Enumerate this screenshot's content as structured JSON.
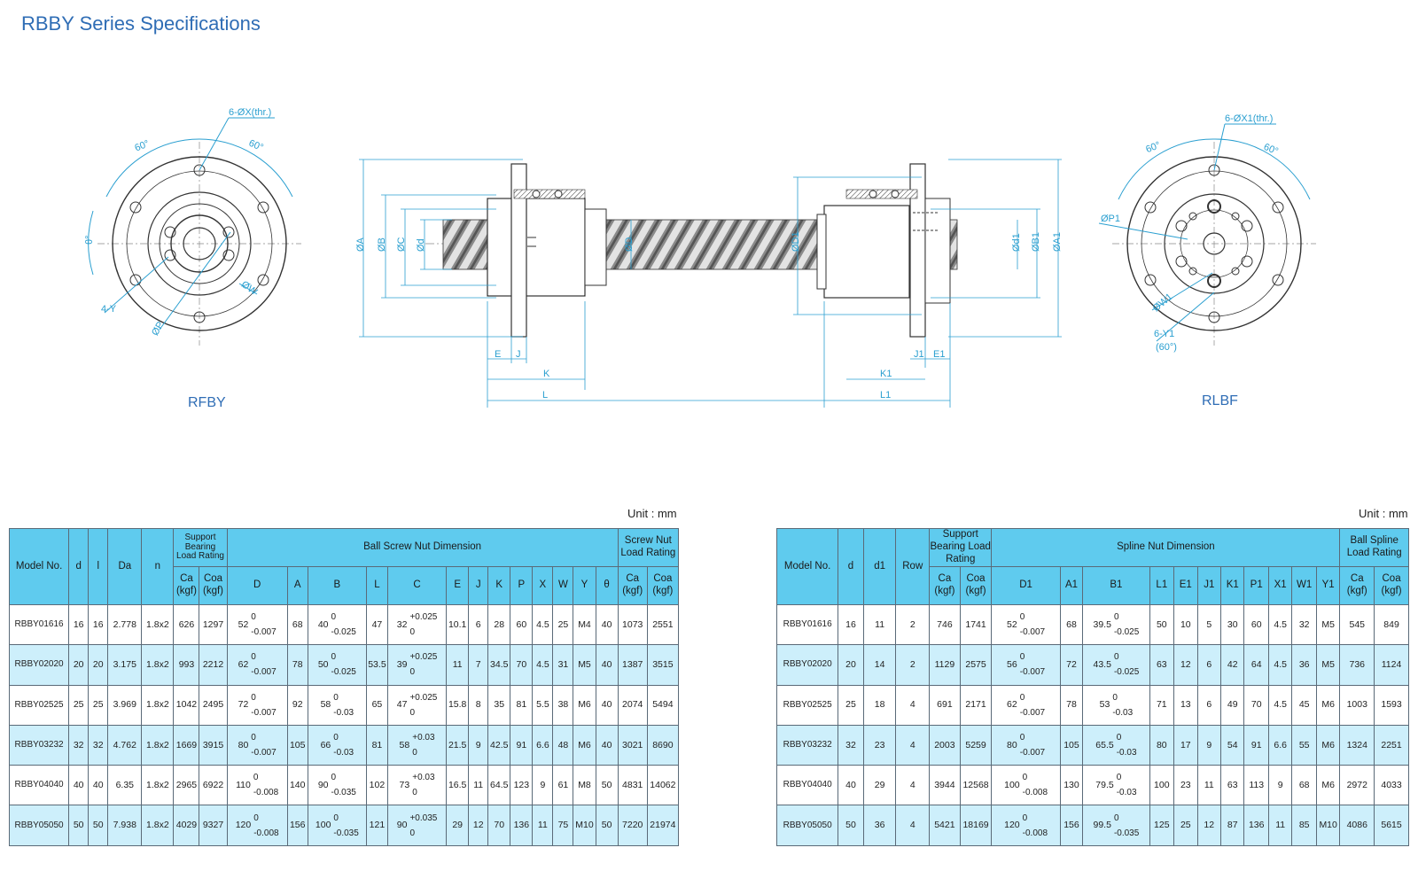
{
  "title": "RBBY Series Specifications",
  "drawing": {
    "left_label": "RFBY",
    "right_label": "RLBF",
    "left_annotations": [
      "6-ØX(thr.)",
      "60°",
      "60°",
      "θ°",
      "4-Y",
      "ØP",
      "ØW"
    ],
    "right_annotations": [
      "6-ØX1(thr.)",
      "60°",
      "60°",
      "ØP1",
      "ØW1",
      "6-Y1",
      "(60°)"
    ],
    "dims_left": [
      "ØA",
      "ØB",
      "ØC",
      "Ød",
      "ØD",
      "E",
      "J",
      "K",
      "L"
    ],
    "dims_right": [
      "ØD1",
      "Ød1",
      "ØB1",
      "ØA1",
      "J1",
      "E1",
      "K1",
      "L1"
    ]
  },
  "unit_label": "Unit : mm",
  "table_left": {
    "headers": {
      "model": "Model No.",
      "d": "d",
      "l": "l",
      "da": "Da",
      "n": "n",
      "support": "Support Bearing Load Rating",
      "nut": "Ball Screw Nut Dimension",
      "rating": "Screw Nut Load Rating",
      "ca": "Ca (kgf)",
      "coa": "Coa (kgf)",
      "D": "D",
      "A": "A",
      "B": "B",
      "L": "L",
      "C": "C",
      "E": "E",
      "J": "J",
      "K": "K",
      "P": "P",
      "X": "X",
      "W": "W",
      "Y": "Y",
      "theta": "θ",
      "ca2": "Ca (kgf)",
      "coa2": "Coa (kgf)"
    },
    "rows": [
      {
        "model": "RBBY01616",
        "d": "16",
        "l": "16",
        "da": "2.778",
        "n": "1.8x2",
        "ca": "626",
        "coa": "1297",
        "D": "52",
        "D_up": "0",
        "D_lo": "-0.007",
        "A": "68",
        "B": "40",
        "B_up": "0",
        "B_lo": "-0.025",
        "L": "47",
        "C": "32",
        "C_up": "+0.025",
        "C_lo": "0",
        "E": "10.1",
        "J": "6",
        "K": "28",
        "P": "60",
        "X": "4.5",
        "W": "25",
        "Y": "M4",
        "theta": "40",
        "ca2": "1073",
        "coa2": "2551"
      },
      {
        "model": "RBBY02020",
        "d": "20",
        "l": "20",
        "da": "3.175",
        "n": "1.8x2",
        "ca": "993",
        "coa": "2212",
        "D": "62",
        "D_up": "0",
        "D_lo": "-0.007",
        "A": "78",
        "B": "50",
        "B_up": "0",
        "B_lo": "-0.025",
        "L": "53.5",
        "C": "39",
        "C_up": "+0.025",
        "C_lo": "0",
        "E": "11",
        "J": "7",
        "K": "34.5",
        "P": "70",
        "X": "4.5",
        "W": "31",
        "Y": "M5",
        "theta": "40",
        "ca2": "1387",
        "coa2": "3515"
      },
      {
        "model": "RBBY02525",
        "d": "25",
        "l": "25",
        "da": "3.969",
        "n": "1.8x2",
        "ca": "1042",
        "coa": "2495",
        "D": "72",
        "D_up": "0",
        "D_lo": "-0.007",
        "A": "92",
        "B": "58",
        "B_up": "0",
        "B_lo": "-0.03",
        "L": "65",
        "C": "47",
        "C_up": "+0.025",
        "C_lo": "0",
        "E": "15.8",
        "J": "8",
        "K": "35",
        "P": "81",
        "X": "5.5",
        "W": "38",
        "Y": "M6",
        "theta": "40",
        "ca2": "2074",
        "coa2": "5494"
      },
      {
        "model": "RBBY03232",
        "d": "32",
        "l": "32",
        "da": "4.762",
        "n": "1.8x2",
        "ca": "1669",
        "coa": "3915",
        "D": "80",
        "D_up": "0",
        "D_lo": "-0.007",
        "A": "105",
        "B": "66",
        "B_up": "0",
        "B_lo": "-0.03",
        "L": "81",
        "C": "58",
        "C_up": "+0.03",
        "C_lo": "0",
        "E": "21.5",
        "J": "9",
        "K": "42.5",
        "P": "91",
        "X": "6.6",
        "W": "48",
        "Y": "M6",
        "theta": "40",
        "ca2": "3021",
        "coa2": "8690"
      },
      {
        "model": "RBBY04040",
        "d": "40",
        "l": "40",
        "da": "6.35",
        "n": "1.8x2",
        "ca": "2965",
        "coa": "6922",
        "D": "110",
        "D_up": "0",
        "D_lo": "-0.008",
        "A": "140",
        "B": "90",
        "B_up": "0",
        "B_lo": "-0.035",
        "L": "102",
        "C": "73",
        "C_up": "+0.03",
        "C_lo": "0",
        "E": "16.5",
        "J": "11",
        "K": "64.5",
        "P": "123",
        "X": "9",
        "W": "61",
        "Y": "M8",
        "theta": "50",
        "ca2": "4831",
        "coa2": "14062"
      },
      {
        "model": "RBBY05050",
        "d": "50",
        "l": "50",
        "da": "7.938",
        "n": "1.8x2",
        "ca": "4029",
        "coa": "9327",
        "D": "120",
        "D_up": "0",
        "D_lo": "-0.008",
        "A": "156",
        "B": "100",
        "B_up": "0",
        "B_lo": "-0.035",
        "L": "121",
        "C": "90",
        "C_up": "+0.035",
        "C_lo": "0",
        "E": "29",
        "J": "12",
        "K": "70",
        "P": "136",
        "X": "11",
        "W": "75",
        "Y": "M10",
        "theta": "50",
        "ca2": "7220",
        "coa2": "21974"
      }
    ]
  },
  "table_right": {
    "headers": {
      "model": "Model No.",
      "d": "d",
      "d1": "d1",
      "row": "Row",
      "support": "Support Bearing Load Rating",
      "nut": "Spline Nut Dimension",
      "rating": "Ball Spline Load Rating",
      "ca": "Ca (kgf)",
      "coa": "Coa (kgf)",
      "D1": "D1",
      "A1": "A1",
      "B1": "B1",
      "L1": "L1",
      "E1": "E1",
      "J1": "J1",
      "K1": "K1",
      "P1": "P1",
      "X1": "X1",
      "W1": "W1",
      "Y1": "Y1",
      "ca2": "Ca (kgf)",
      "coa2": "Coa (kgf)"
    },
    "rows": [
      {
        "model": "RBBY01616",
        "d": "16",
        "d1": "11",
        "row": "2",
        "ca": "746",
        "coa": "1741",
        "D1": "52",
        "D1_up": "0",
        "D1_lo": "-0.007",
        "A1": "68",
        "B1": "39.5",
        "B1_up": "0",
        "B1_lo": "-0.025",
        "L1": "50",
        "E1": "10",
        "J1": "5",
        "K1": "30",
        "P1": "60",
        "X1": "4.5",
        "W1": "32",
        "Y1": "M5",
        "ca2": "545",
        "coa2": "849"
      },
      {
        "model": "RBBY02020",
        "d": "20",
        "d1": "14",
        "row": "2",
        "ca": "1129",
        "coa": "2575",
        "D1": "56",
        "D1_up": "0",
        "D1_lo": "-0.007",
        "A1": "72",
        "B1": "43.5",
        "B1_up": "0",
        "B1_lo": "-0.025",
        "L1": "63",
        "E1": "12",
        "J1": "6",
        "K1": "42",
        "P1": "64",
        "X1": "4.5",
        "W1": "36",
        "Y1": "M5",
        "ca2": "736",
        "coa2": "1124"
      },
      {
        "model": "RBBY02525",
        "d": "25",
        "d1": "18",
        "row": "4",
        "ca": "691",
        "coa": "2171",
        "D1": "62",
        "D1_up": "0",
        "D1_lo": "-0.007",
        "A1": "78",
        "B1": "53",
        "B1_up": "0",
        "B1_lo": "-0.03",
        "L1": "71",
        "E1": "13",
        "J1": "6",
        "K1": "49",
        "P1": "70",
        "X1": "4.5",
        "W1": "45",
        "Y1": "M6",
        "ca2": "1003",
        "coa2": "1593"
      },
      {
        "model": "RBBY03232",
        "d": "32",
        "d1": "23",
        "row": "4",
        "ca": "2003",
        "coa": "5259",
        "D1": "80",
        "D1_up": "0",
        "D1_lo": "-0.007",
        "A1": "105",
        "B1": "65.5",
        "B1_up": "0",
        "B1_lo": "-0.03",
        "L1": "80",
        "E1": "17",
        "J1": "9",
        "K1": "54",
        "P1": "91",
        "X1": "6.6",
        "W1": "55",
        "Y1": "M6",
        "ca2": "1324",
        "coa2": "2251"
      },
      {
        "model": "RBBY04040",
        "d": "40",
        "d1": "29",
        "row": "4",
        "ca": "3944",
        "coa": "12568",
        "D1": "100",
        "D1_up": "0",
        "D1_lo": "-0.008",
        "A1": "130",
        "B1": "79.5",
        "B1_up": "0",
        "B1_lo": "-0.03",
        "L1": "100",
        "E1": "23",
        "J1": "11",
        "K1": "63",
        "P1": "113",
        "X1": "9",
        "W1": "68",
        "Y1": "M6",
        "ca2": "2972",
        "coa2": "4033"
      },
      {
        "model": "RBBY05050",
        "d": "50",
        "d1": "36",
        "row": "4",
        "ca": "5421",
        "coa": "18169",
        "D1": "120",
        "D1_up": "0",
        "D1_lo": "-0.008",
        "A1": "156",
        "B1": "99.5",
        "B1_up": "0",
        "B1_lo": "-0.035",
        "L1": "125",
        "E1": "25",
        "J1": "12",
        "K1": "87",
        "P1": "136",
        "X1": "11",
        "W1": "85",
        "Y1": "M10",
        "ca2": "4086",
        "coa2": "5615"
      }
    ]
  }
}
